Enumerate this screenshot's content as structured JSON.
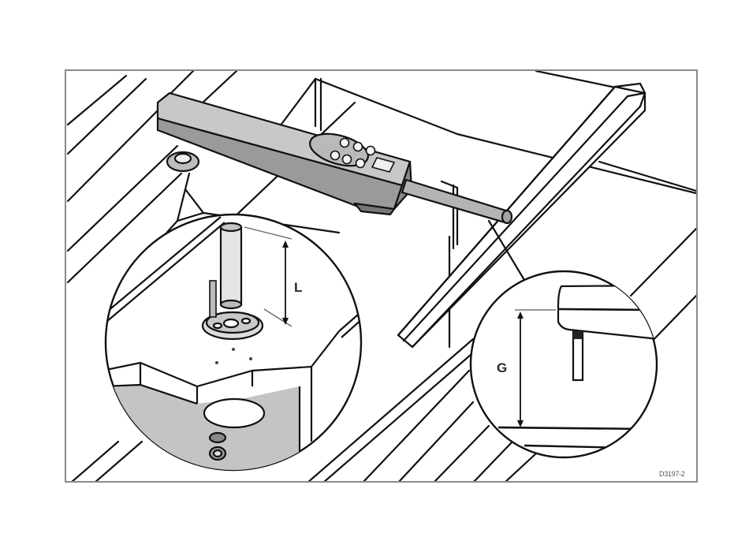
{
  "diagram": {
    "type": "technical-illustration",
    "subject": "Handheld unit mounted on post beside a rail, with two magnified detail callouts",
    "labels": {
      "detail_left_dimension": "L",
      "detail_right_dimension": "G"
    },
    "figure_code": "D3197-2",
    "components": [
      {
        "name": "handheld-unit",
        "description": "Long grey handheld unit with 7-button keypad and small display"
      },
      {
        "name": "probe-rod",
        "description": "Grey rod extending from unit end toward rail"
      },
      {
        "name": "rail",
        "description": "Long square-section rail running diagonally"
      },
      {
        "name": "mounting-post",
        "description": "Post with base plate and screw, shown in left detail circle"
      },
      {
        "name": "gap-detail",
        "description": "Right detail circle showing gap dimension beneath rail"
      }
    ],
    "colors": {
      "line": "#111111",
      "device_fill": "#c8c8c8",
      "device_side": "#9a9a9a",
      "shadow_fill": "#c4c4c4",
      "frame": "#8a8a8a"
    }
  }
}
